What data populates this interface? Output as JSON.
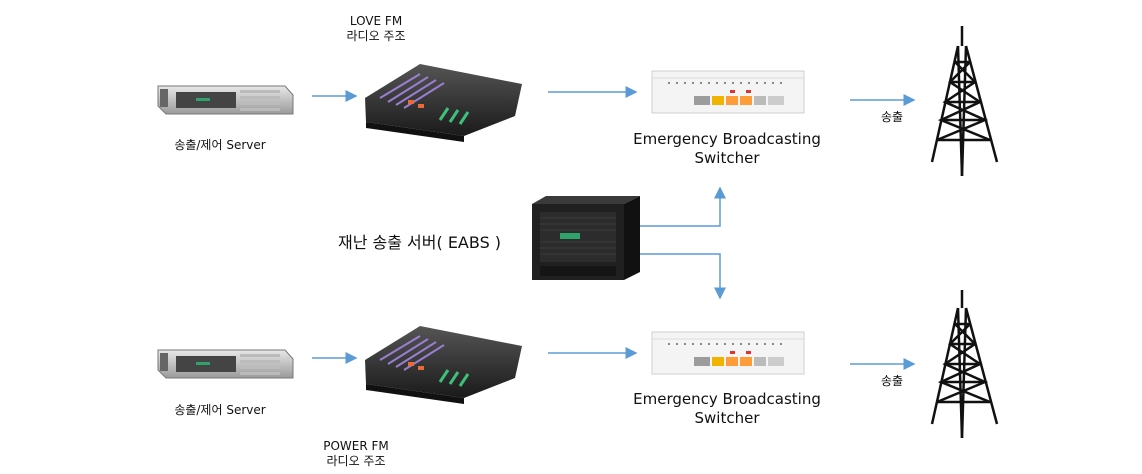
{
  "top": {
    "console_title": "LOVE FM",
    "console_subtitle": "라디오 주조",
    "server_label": "송출/제어 Server",
    "switcher_line1": "Emergency Broadcasting",
    "switcher_line2": "Switcher",
    "tower_label": "송출"
  },
  "center": {
    "eabs_label": "재난 송출 서버( EABS )"
  },
  "bottom": {
    "console_title": "POWER FM",
    "console_subtitle": "라디오 주조",
    "server_label": "송출/제어 Server",
    "switcher_line1": "Emergency Broadcasting",
    "switcher_line2": "Switcher",
    "tower_label": "송출"
  },
  "colors": {
    "arrow": "#5b9bd5",
    "device_dark": "#2b2b2b",
    "device_light": "#d9d9d9",
    "accent_green": "#2fa36b"
  }
}
